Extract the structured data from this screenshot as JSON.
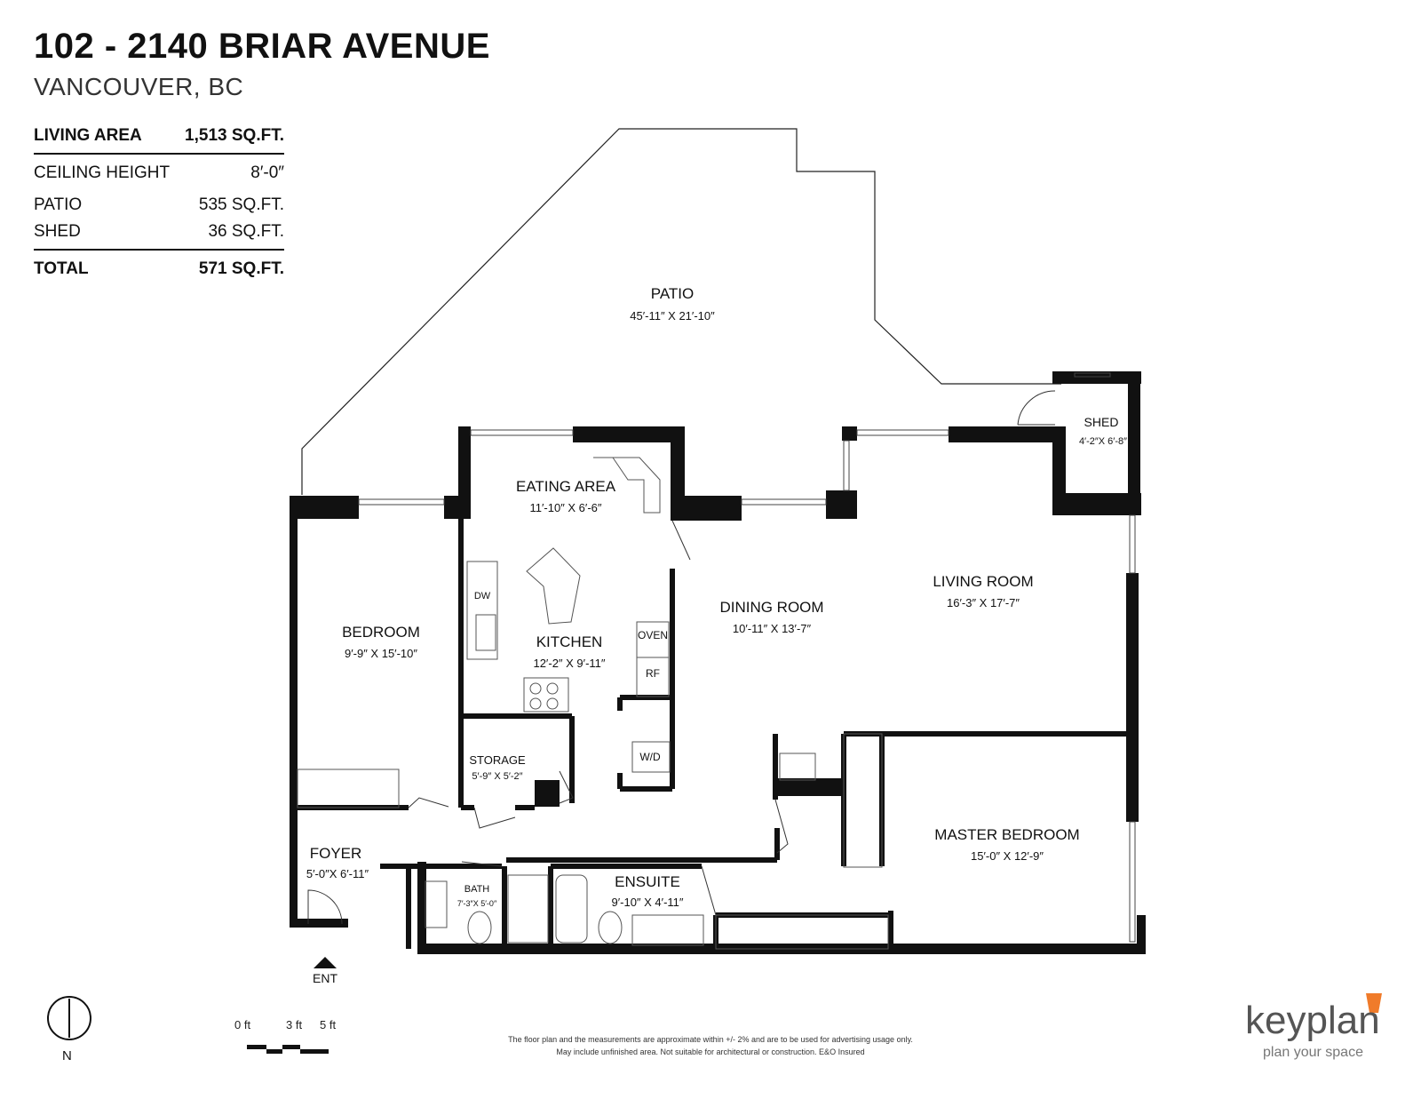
{
  "header": {
    "title": "102 - 2140 BRIAR AVENUE",
    "subtitle": "VANCOUVER, BC"
  },
  "stats": [
    {
      "label": "LIVING AREA",
      "value": "1,513 SQ.FT."
    },
    {
      "label": "CEILING HEIGHT",
      "value": "8′-0″"
    },
    {
      "label": "PATIO",
      "value": "535 SQ.FT."
    },
    {
      "label": "SHED",
      "value": "36 SQ.FT."
    },
    {
      "label": "TOTAL",
      "value": "571 SQ.FT."
    }
  ],
  "rooms": {
    "patio": {
      "name": "PATIO",
      "dims": "45′-11″ X 21′-10″"
    },
    "shed": {
      "name": "SHED",
      "dims": "4′-2″X 6′-8″"
    },
    "eating_area": {
      "name": "EATING AREA",
      "dims": "11′-10″ X 6′-6″"
    },
    "bedroom": {
      "name": "BEDROOM",
      "dims": "9′-9″ X 15′-10″"
    },
    "kitchen": {
      "name": "KITCHEN",
      "dims": "12′-2″ X 9′-11″"
    },
    "dining_room": {
      "name": "DINING ROOM",
      "dims": "10′-11″ X 13′-7″"
    },
    "living_room": {
      "name": "LIVING ROOM",
      "dims": "16′-3″ X 17′-7″"
    },
    "storage": {
      "name": "STORAGE",
      "dims": "5′-9″ X 5′-2″"
    },
    "foyer": {
      "name": "FOYER",
      "dims": "5′-0″X 6′-11″"
    },
    "bath": {
      "name": "BATH",
      "dims": "7′-3″X 5′-0″"
    },
    "ensuite": {
      "name": "ENSUITE",
      "dims": "9′-10″ X 4′-11″"
    },
    "master_bedroom": {
      "name": "MASTER BEDROOM",
      "dims": "15′-0″ X 12′-9″"
    }
  },
  "appliances": {
    "dw": "DW",
    "oven": "OVEN",
    "rf": "RF",
    "wd": "W/D"
  },
  "entrance": "ENT",
  "north": "N",
  "scale": {
    "l0": "0 ft",
    "l1": "3 ft",
    "l2": "5 ft"
  },
  "disclaimer": {
    "line1": "The floor plan and the measurements are approximate within +/- 2% and are to be used for advertising usage only.",
    "line2": "May include unfinished area. Not suitable for architectural or construction. E&O Insured"
  },
  "brand": {
    "name": "keyplan",
    "tagline": "plan your space",
    "accent": "#f07b2a"
  }
}
